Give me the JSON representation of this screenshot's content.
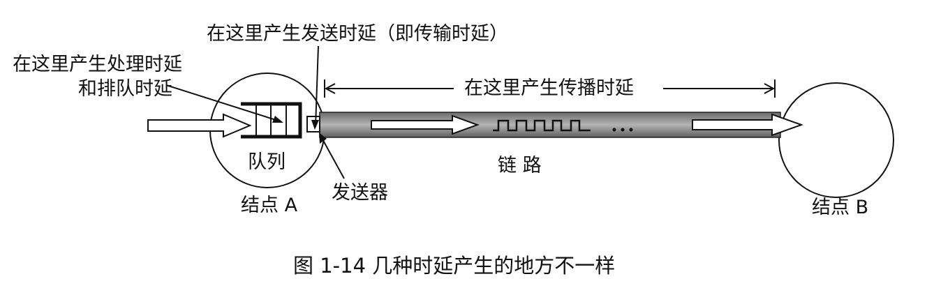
{
  "diagram": {
    "labels": {
      "transmission_delay": "在这里产生发送时延（即传输时延）",
      "processing_delay_line1": "在这里产生处理时延",
      "processing_delay_line2": "和排队时延",
      "propagation_delay": "在这里产生传播时延",
      "queue": "队列",
      "link": "链 路",
      "transmitter": "发送器",
      "node_a": "结点 A",
      "node_b": "结点 B",
      "signal_dots": "···"
    },
    "caption": "图 1-14    几种时延产生的地方不一样"
  }
}
